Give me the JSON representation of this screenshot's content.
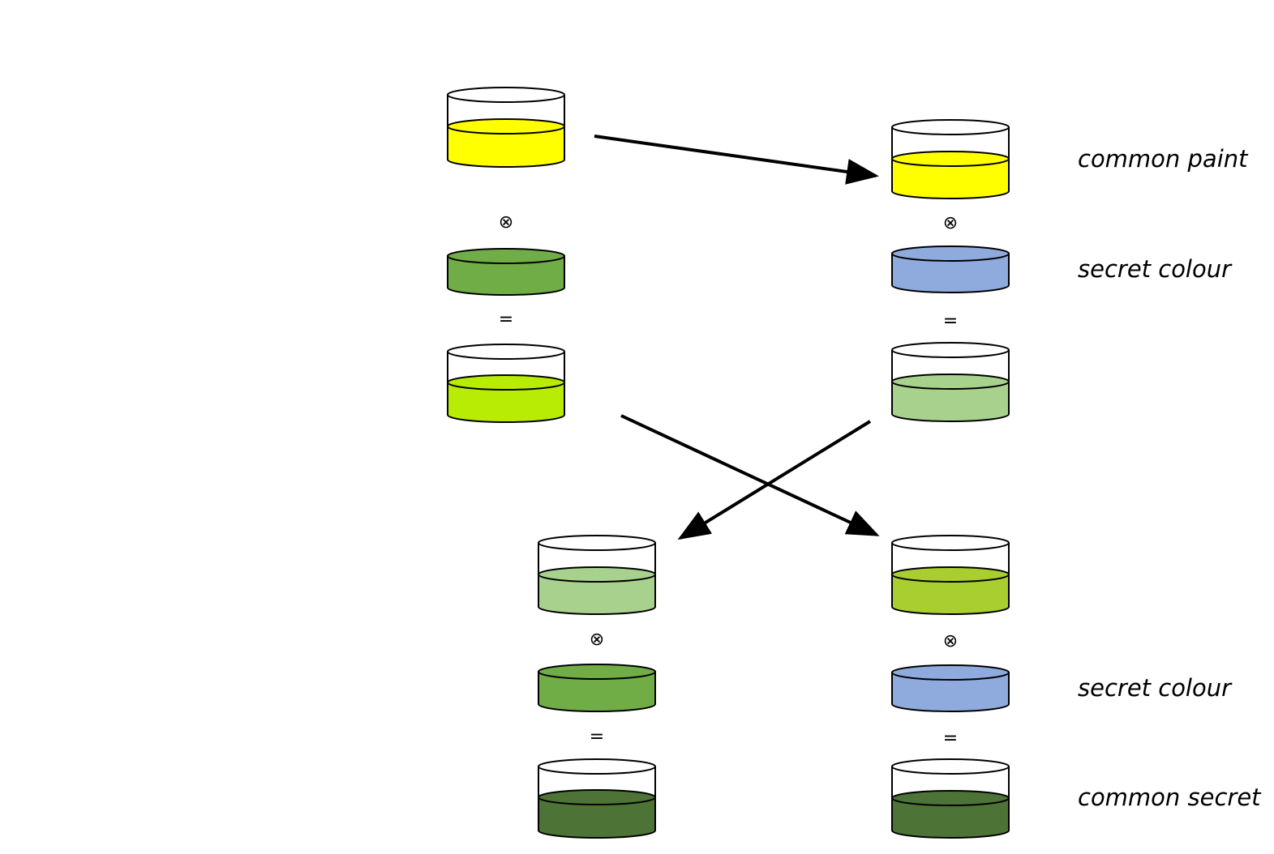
{
  "labels": {
    "common_paint": "common paint",
    "secret_colour_top": "secret colour",
    "secret_colour_bottom": "secret colour",
    "common_secret": "common secret"
  },
  "operators": {
    "mix": "⊗",
    "equals": "="
  },
  "colors": {
    "common_paint": "#FFFF00",
    "secret_a": "#70AD47",
    "secret_b": "#8FAADC",
    "public_a": "#B8EC05",
    "public_b": "#A9D18E",
    "received_by_b": "#A9CE30",
    "common_secret": "#4D7336",
    "outline": "#000000"
  },
  "containers": [
    {
      "id": "alice-common-paint",
      "color_key": "common_paint",
      "type": "jar"
    },
    {
      "id": "alice-secret-colour",
      "color_key": "secret_a",
      "type": "disc"
    },
    {
      "id": "alice-public-mix",
      "color_key": "public_a",
      "type": "jar"
    },
    {
      "id": "bob-common-paint",
      "color_key": "common_paint",
      "type": "jar"
    },
    {
      "id": "bob-secret-colour",
      "color_key": "secret_b",
      "type": "disc"
    },
    {
      "id": "bob-public-mix",
      "color_key": "public_b",
      "type": "jar"
    },
    {
      "id": "alice-received-mix",
      "color_key": "public_b",
      "type": "jar"
    },
    {
      "id": "alice-secret-colour-again",
      "color_key": "secret_a",
      "type": "disc"
    },
    {
      "id": "alice-common-secret",
      "color_key": "common_secret",
      "type": "jar"
    },
    {
      "id": "bob-received-mix",
      "color_key": "received_by_b",
      "type": "jar"
    },
    {
      "id": "bob-secret-colour-again",
      "color_key": "secret_b",
      "type": "disc"
    },
    {
      "id": "bob-common-secret",
      "color_key": "common_secret",
      "type": "jar"
    }
  ]
}
